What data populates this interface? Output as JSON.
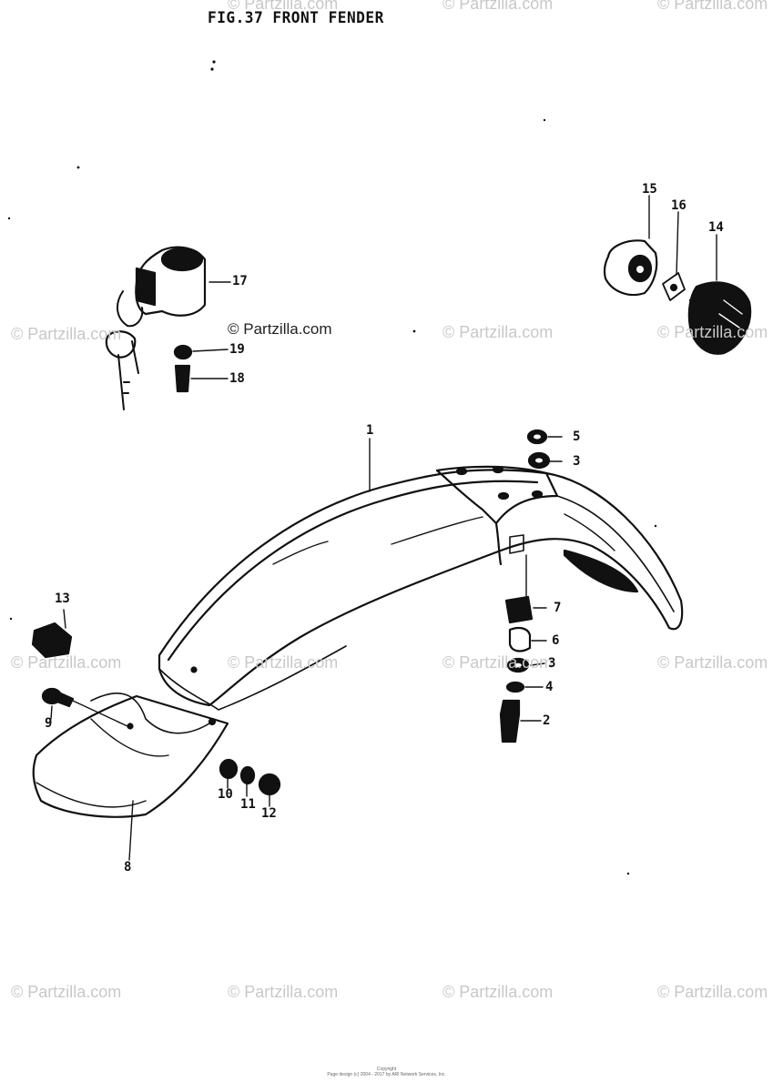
{
  "title": "FIG.37   FRONT FENDER",
  "watermark": "© Partzilla.com",
  "callouts": {
    "c1": "1",
    "c2": "2",
    "c3a": "3",
    "c3b": "3",
    "c4": "4",
    "c5": "5",
    "c6": "6",
    "c7": "7",
    "c8": "8",
    "c9": "9",
    "c10": "10",
    "c11": "11",
    "c12": "12",
    "c13": "13",
    "c14": "14",
    "c15": "15",
    "c16": "16",
    "c17": "17",
    "c18": "18",
    "c19": "19"
  },
  "footer": {
    "line1": "Copyright",
    "line2": "Page design (c) 2004 - 2017 by ARI Network Services, Inc."
  }
}
